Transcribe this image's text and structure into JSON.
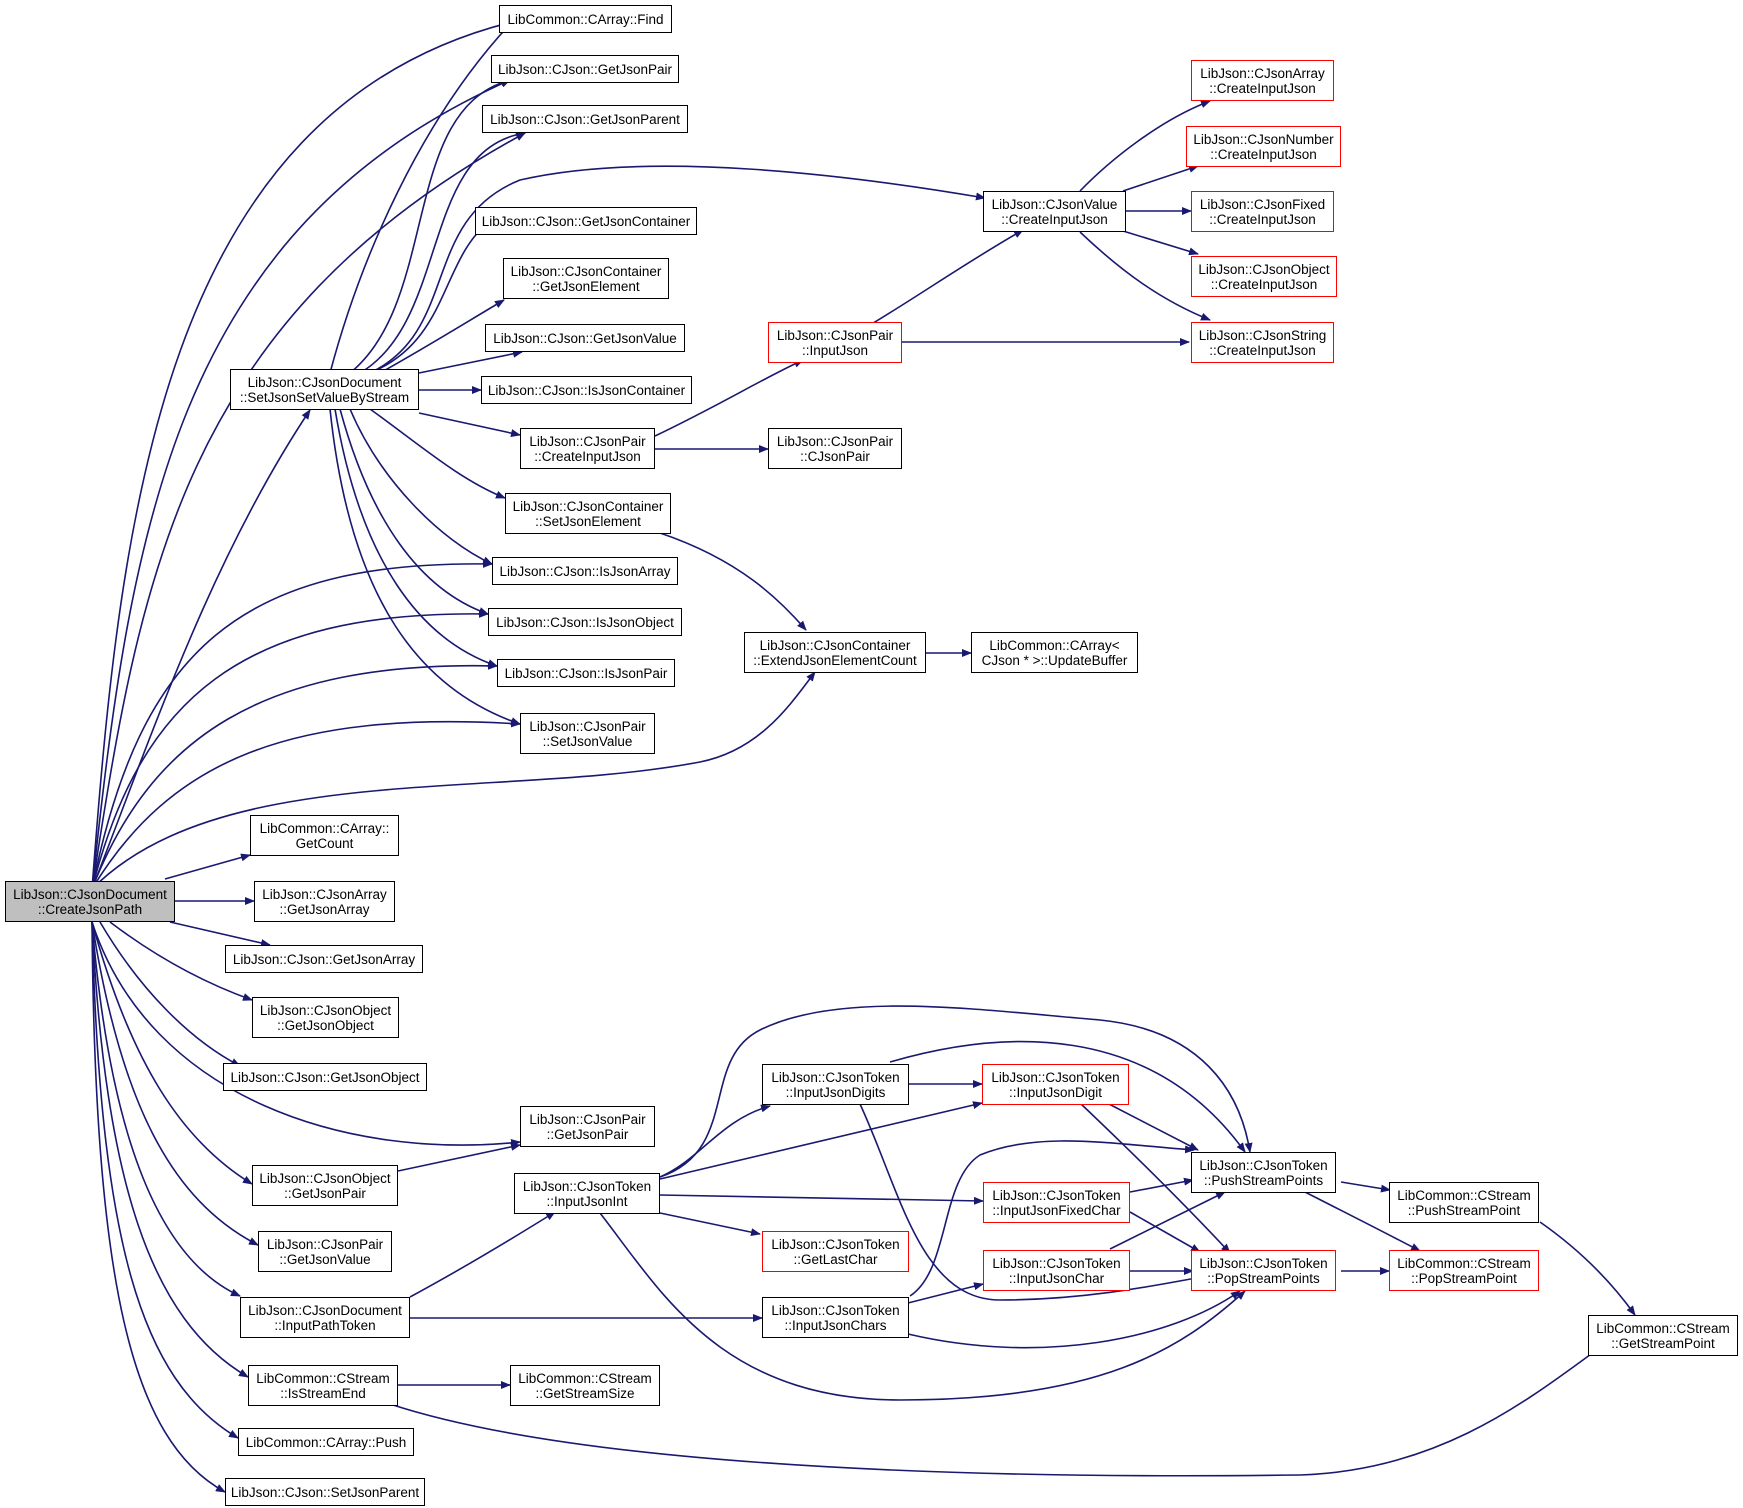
{
  "colors": {
    "edge": "#191970",
    "node_border": "#000000",
    "truncated_border": "#ff0000",
    "root_fill": "#bfbfbf"
  },
  "nodes": {
    "root": {
      "l1": "LibJson::CJsonDocument",
      "l2": "::CreateJsonPath"
    },
    "find": {
      "l1": "LibCommon::CArray::Find"
    },
    "gjpair": {
      "l1": "LibJson::CJson::GetJsonPair"
    },
    "gjparent": {
      "l1": "LibJson::CJson::GetJsonParent"
    },
    "gjcont": {
      "l1": "LibJson::CJson::GetJsonContainer"
    },
    "cc_gje": {
      "l1": "LibJson::CJsonContainer",
      "l2": "::GetJsonElement"
    },
    "gjval": {
      "l1": "LibJson::CJson::GetJsonValue"
    },
    "isjc": {
      "l1": "LibJson::CJson::IsJsonContainer"
    },
    "ssvbs": {
      "l1": "LibJson::CJsonDocument",
      "l2": "::SetJsonSetValueByStream"
    },
    "cp_cij": {
      "l1": "LibJson::CJsonPair",
      "l2": "::CreateInputJson"
    },
    "cc_sje": {
      "l1": "LibJson::CJsonContainer",
      "l2": "::SetJsonElement"
    },
    "isja": {
      "l1": "LibJson::CJson::IsJsonArray"
    },
    "isjo": {
      "l1": "LibJson::CJson::IsJsonObject"
    },
    "isjp": {
      "l1": "LibJson::CJson::IsJsonPair"
    },
    "cp_sjv": {
      "l1": "LibJson::CJsonPair",
      "l2": "::SetJsonValue"
    },
    "ca_gc": {
      "l1": "LibCommon::CArray::",
      "l2": "GetCount"
    },
    "cja_gja": {
      "l1": "LibJson::CJsonArray",
      "l2": "::GetJsonArray"
    },
    "gja": {
      "l1": "LibJson::CJson::GetJsonArray"
    },
    "cjo_gjo": {
      "l1": "LibJson::CJsonObject",
      "l2": "::GetJsonObject"
    },
    "gjo": {
      "l1": "LibJson::CJson::GetJsonObject"
    },
    "cp_gjp": {
      "l1": "LibJson::CJsonPair",
      "l2": "::GetJsonPair"
    },
    "cjo_gjp": {
      "l1": "LibJson::CJsonObject",
      "l2": "::GetJsonPair"
    },
    "cp_gjv": {
      "l1": "LibJson::CJsonPair",
      "l2": "::GetJsonValue"
    },
    "ipt": {
      "l1": "LibJson::CJsonDocument",
      "l2": "::InputPathToken"
    },
    "ise": {
      "l1": "LibCommon::CStream",
      "l2": "::IsStreamEnd"
    },
    "push": {
      "l1": "LibCommon::CArray::Push"
    },
    "sjp": {
      "l1": "LibJson::CJson::SetJsonParent"
    },
    "cp_ij": {
      "l1": "LibJson::CJsonPair",
      "l2": "::InputJson"
    },
    "cp_cjp": {
      "l1": "LibJson::CJsonPair",
      "l2": "::CJsonPair"
    },
    "cc_ejec": {
      "l1": "LibJson::CJsonContainer",
      "l2": "::ExtendJsonElementCount"
    },
    "ca_ub": {
      "l1": "LibCommon::CArray<",
      "l2": "CJson * >::UpdateBuffer"
    },
    "cv_cij": {
      "l1": "LibJson::CJsonValue",
      "l2": "::CreateInputJson"
    },
    "ca_cij": {
      "l1": "LibJson::CJsonArray",
      "l2": "::CreateInputJson"
    },
    "cn_cij": {
      "l1": "LibJson::CJsonNumber",
      "l2": "::CreateInputJson"
    },
    "cf_cij": {
      "l1": "LibJson::CJsonFixed",
      "l2": "::CreateInputJson"
    },
    "cob_cij": {
      "l1": "LibJson::CJsonObject",
      "l2": "::CreateInputJson"
    },
    "cs_cij": {
      "l1": "LibJson::CJsonString",
      "l2": "::CreateInputJson"
    },
    "ct_iji": {
      "l1": "LibJson::CJsonToken",
      "l2": "::InputJsonInt"
    },
    "ct_ijds": {
      "l1": "LibJson::CJsonToken",
      "l2": "::InputJsonDigits"
    },
    "ct_ijd": {
      "l1": "LibJson::CJsonToken",
      "l2": "::InputJsonDigit"
    },
    "ct_glc": {
      "l1": "LibJson::CJsonToken",
      "l2": "::GetLastChar"
    },
    "ct_ijfc": {
      "l1": "LibJson::CJsonToken",
      "l2": "::InputJsonFixedChar"
    },
    "ct_ijc": {
      "l1": "LibJson::CJsonToken",
      "l2": "::InputJsonChar"
    },
    "ct_ijcs": {
      "l1": "LibJson::CJsonToken",
      "l2": "::InputJsonChars"
    },
    "cs_gss": {
      "l1": "LibCommon::CStream",
      "l2": "::GetStreamSize"
    },
    "ct_psp": {
      "l1": "LibJson::CJsonToken",
      "l2": "::PushStreamPoints"
    },
    "ct_pop": {
      "l1": "LibJson::CJsonToken",
      "l2": "::PopStreamPoints"
    },
    "cs_psp": {
      "l1": "LibCommon::CStream",
      "l2": "::PushStreamPoint"
    },
    "cs_pop": {
      "l1": "LibCommon::CStream",
      "l2": "::PopStreamPoint"
    },
    "cs_gsp": {
      "l1": "LibCommon::CStream",
      "l2": "::GetStreamPoint"
    }
  }
}
